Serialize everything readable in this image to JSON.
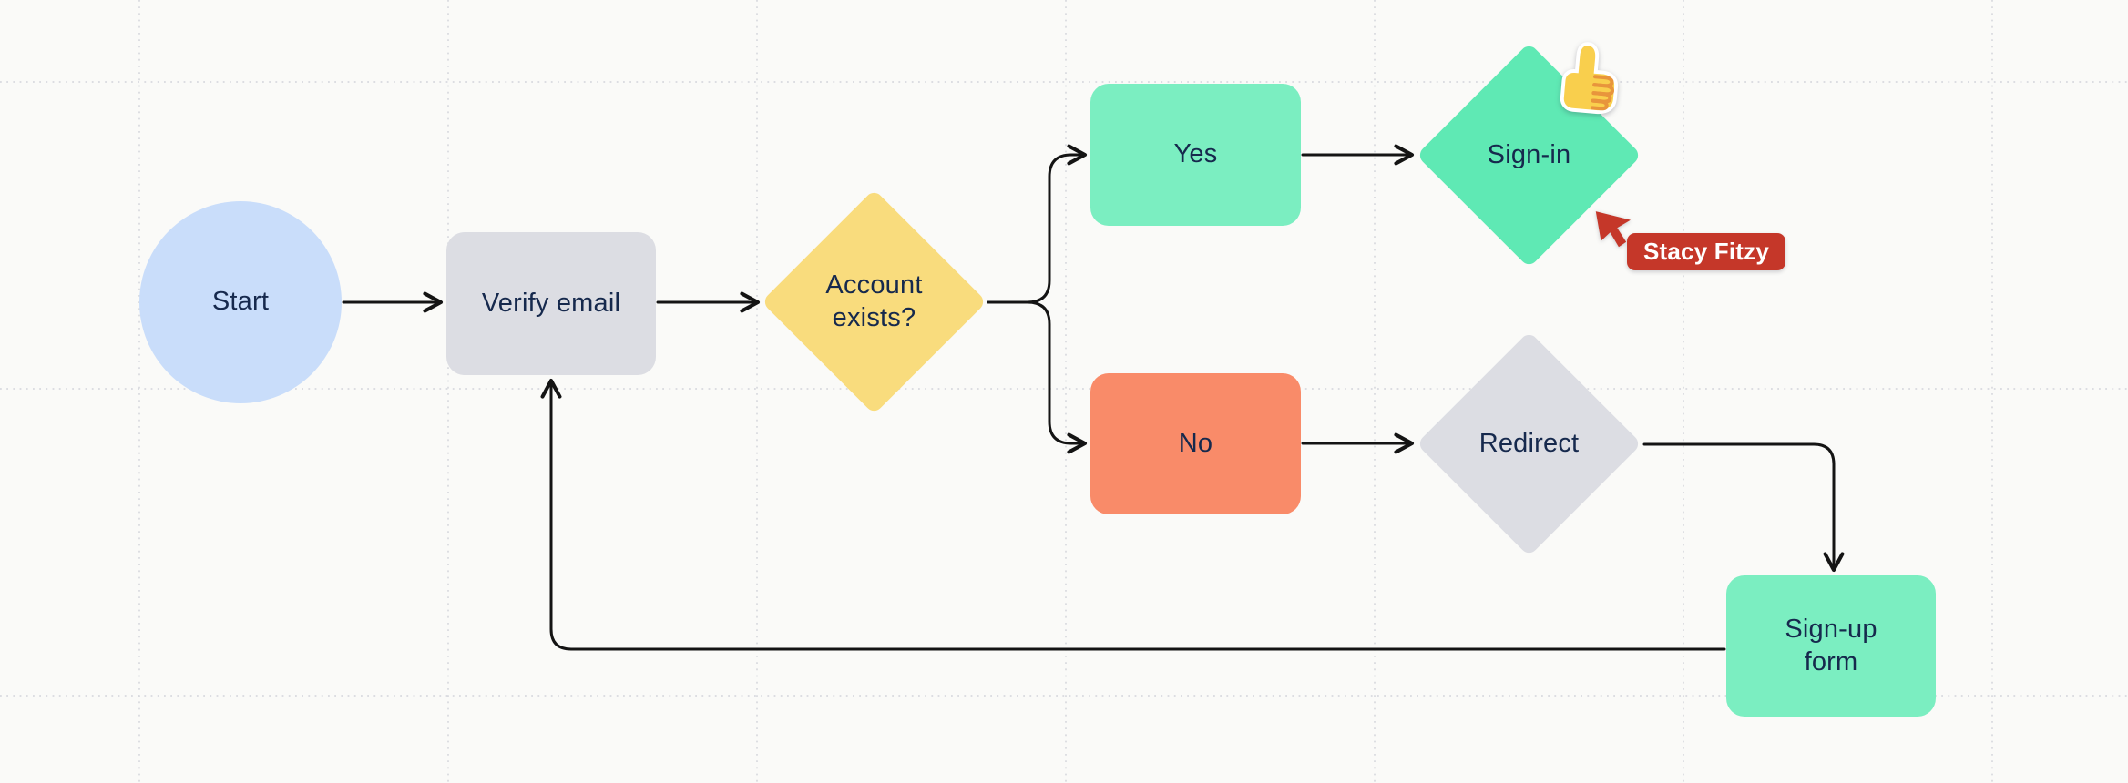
{
  "app": {
    "type": "whiteboard-flowchart",
    "background_color": "#FAFAF8",
    "grid_color": "#D8D9DE",
    "connector_color": "#141414",
    "text_color": "#16294D"
  },
  "nodes": [
    {
      "id": "start",
      "label": "Start",
      "shape": "circle",
      "color": "#C9DDFA"
    },
    {
      "id": "verify-email",
      "label": "Verify email",
      "shape": "rounded-rect",
      "color": "#DCDDE3"
    },
    {
      "id": "account-exists",
      "label": "Account exists?",
      "shape": "diamond",
      "color": "#F9DC7D"
    },
    {
      "id": "yes",
      "label": "Yes",
      "shape": "rounded-rect",
      "color": "#7BEEC1"
    },
    {
      "id": "sign-in",
      "label": "Sign-in",
      "shape": "diamond",
      "color": "#5FE9B4"
    },
    {
      "id": "no",
      "label": "No",
      "shape": "rounded-rect",
      "color": "#F98B69"
    },
    {
      "id": "redirect",
      "label": "Redirect",
      "shape": "diamond",
      "color": "#DCDDE3"
    },
    {
      "id": "sign-up-form",
      "label": "Sign-up form",
      "shape": "rounded-rect",
      "color": "#7BEEC1"
    }
  ],
  "edges": [
    {
      "from": "start",
      "to": "verify-email"
    },
    {
      "from": "verify-email",
      "to": "account-exists"
    },
    {
      "from": "account-exists",
      "to": "yes"
    },
    {
      "from": "account-exists",
      "to": "no"
    },
    {
      "from": "yes",
      "to": "sign-in"
    },
    {
      "from": "no",
      "to": "redirect"
    },
    {
      "from": "redirect",
      "to": "sign-up-form"
    },
    {
      "from": "sign-up-form",
      "to": "verify-email"
    }
  ],
  "sticker": {
    "name": "thumbs-up",
    "attached_to": "sign-in",
    "colors": {
      "hand": "#F9CF4D",
      "outline": "#E8953C",
      "border": "#FFFFFF"
    }
  },
  "collaborator": {
    "name": "Stacy Fitzy",
    "cursor_color": "#C53729"
  }
}
